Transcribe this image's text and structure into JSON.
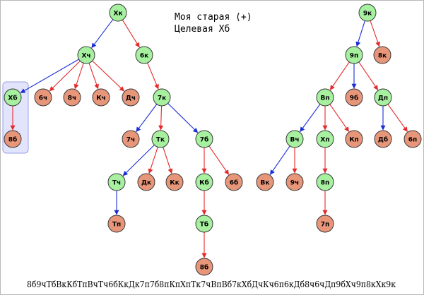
{
  "title_line1": "Моя старая (+)",
  "title_line2": "Целевая Хб",
  "sequence": "8б9чТбВкКбТпВчТч6бКкДк7п7б8пКпХпТк7чВпВб7кХбДчКч6п6кДб8ч6чДп9бХч9п8кХк9к",
  "colors": {
    "green_node": "#a6f0a0",
    "red_node": "#e8967a",
    "blue_edge": "#1a2ed6",
    "red_edge": "#e42a2a",
    "selection_fill": "#e2e4fb",
    "selection_border": "#9aa0e6"
  },
  "nodes": [
    {
      "id": "n_xk",
      "label": "Хк",
      "color": "green"
    },
    {
      "id": "n_xch",
      "label": "Хч",
      "color": "green"
    },
    {
      "id": "n_6k",
      "label": "6к",
      "color": "green"
    },
    {
      "id": "n_xb",
      "label": "Хб",
      "color": "green"
    },
    {
      "id": "n_8b",
      "label": "8б",
      "color": "red"
    },
    {
      "id": "n_6ch",
      "label": "6ч",
      "color": "red"
    },
    {
      "id": "n_8ch",
      "label": "8ч",
      "color": "red"
    },
    {
      "id": "n_kch",
      "label": "Кч",
      "color": "red"
    },
    {
      "id": "n_dch",
      "label": "Дч",
      "color": "red"
    },
    {
      "id": "n_7k",
      "label": "7к",
      "color": "green"
    },
    {
      "id": "n_7ch",
      "label": "7ч",
      "color": "red"
    },
    {
      "id": "n_tk",
      "label": "Тк",
      "color": "green"
    },
    {
      "id": "n_7b",
      "label": "7б",
      "color": "green"
    },
    {
      "id": "n_tch",
      "label": "Тч",
      "color": "green"
    },
    {
      "id": "n_dk",
      "label": "Дк",
      "color": "red"
    },
    {
      "id": "n_kk",
      "label": "Кк",
      "color": "red"
    },
    {
      "id": "n_kb",
      "label": "Кб",
      "color": "green"
    },
    {
      "id": "n_6b",
      "label": "6б",
      "color": "red"
    },
    {
      "id": "n_tp",
      "label": "Тп",
      "color": "red"
    },
    {
      "id": "n_tb",
      "label": "Тб",
      "color": "green"
    },
    {
      "id": "n_8b2",
      "label": "8б",
      "color": "red"
    },
    {
      "id": "n_9k",
      "label": "9к",
      "color": "green"
    },
    {
      "id": "n_9p",
      "label": "9п",
      "color": "green"
    },
    {
      "id": "n_8k",
      "label": "8к",
      "color": "red"
    },
    {
      "id": "n_vp",
      "label": "Вп",
      "color": "green"
    },
    {
      "id": "n_9b",
      "label": "9б",
      "color": "red"
    },
    {
      "id": "n_dp",
      "label": "Дп",
      "color": "green"
    },
    {
      "id": "n_vch",
      "label": "Вч",
      "color": "green"
    },
    {
      "id": "n_xp",
      "label": "Хп",
      "color": "green"
    },
    {
      "id": "n_kp",
      "label": "Кп",
      "color": "red"
    },
    {
      "id": "n_db",
      "label": "Дб",
      "color": "red"
    },
    {
      "id": "n_6p",
      "label": "6п",
      "color": "red"
    },
    {
      "id": "n_vk",
      "label": "Вк",
      "color": "red"
    },
    {
      "id": "n_9ch",
      "label": "9ч",
      "color": "red"
    },
    {
      "id": "n_8p",
      "label": "8п",
      "color": "green"
    },
    {
      "id": "n_7p",
      "label": "7п",
      "color": "red"
    }
  ],
  "edges": [
    {
      "from": "n_xk",
      "to": "n_xch",
      "color": "blue"
    },
    {
      "from": "n_xk",
      "to": "n_6k",
      "color": "red"
    },
    {
      "from": "n_xch",
      "to": "n_xb",
      "color": "blue"
    },
    {
      "from": "n_xch",
      "to": "n_6ch",
      "color": "red"
    },
    {
      "from": "n_xch",
      "to": "n_8ch",
      "color": "red"
    },
    {
      "from": "n_xch",
      "to": "n_kch",
      "color": "red"
    },
    {
      "from": "n_xch",
      "to": "n_dch",
      "color": "red"
    },
    {
      "from": "n_xb",
      "to": "n_8b",
      "color": "red"
    },
    {
      "from": "n_6k",
      "to": "n_7k",
      "color": "red"
    },
    {
      "from": "n_7k",
      "to": "n_7ch",
      "color": "blue"
    },
    {
      "from": "n_7k",
      "to": "n_tk",
      "color": "red"
    },
    {
      "from": "n_7k",
      "to": "n_7b",
      "color": "blue"
    },
    {
      "from": "n_tk",
      "to": "n_tch",
      "color": "blue"
    },
    {
      "from": "n_tk",
      "to": "n_dk",
      "color": "red"
    },
    {
      "from": "n_tk",
      "to": "n_kk",
      "color": "red"
    },
    {
      "from": "n_tch",
      "to": "n_tp",
      "color": "blue"
    },
    {
      "from": "n_7b",
      "to": "n_kb",
      "color": "red"
    },
    {
      "from": "n_7b",
      "to": "n_6b",
      "color": "red"
    },
    {
      "from": "n_kb",
      "to": "n_tb",
      "color": "red"
    },
    {
      "from": "n_tb",
      "to": "n_8b2",
      "color": "red"
    },
    {
      "from": "n_9k",
      "to": "n_9p",
      "color": "blue"
    },
    {
      "from": "n_9k",
      "to": "n_8k",
      "color": "red"
    },
    {
      "from": "n_9p",
      "to": "n_vp",
      "color": "red"
    },
    {
      "from": "n_9p",
      "to": "n_9b",
      "color": "blue"
    },
    {
      "from": "n_9p",
      "to": "n_dp",
      "color": "red"
    },
    {
      "from": "n_vp",
      "to": "n_vch",
      "color": "blue"
    },
    {
      "from": "n_vp",
      "to": "n_xp",
      "color": "red"
    },
    {
      "from": "n_vp",
      "to": "n_kp",
      "color": "red"
    },
    {
      "from": "n_dp",
      "to": "n_db",
      "color": "blue"
    },
    {
      "from": "n_dp",
      "to": "n_6p",
      "color": "red"
    },
    {
      "from": "n_vch",
      "to": "n_vk",
      "color": "blue"
    },
    {
      "from": "n_vch",
      "to": "n_9ch",
      "color": "red"
    },
    {
      "from": "n_xp",
      "to": "n_8p",
      "color": "red"
    },
    {
      "from": "n_8p",
      "to": "n_7p",
      "color": "red"
    }
  ]
}
